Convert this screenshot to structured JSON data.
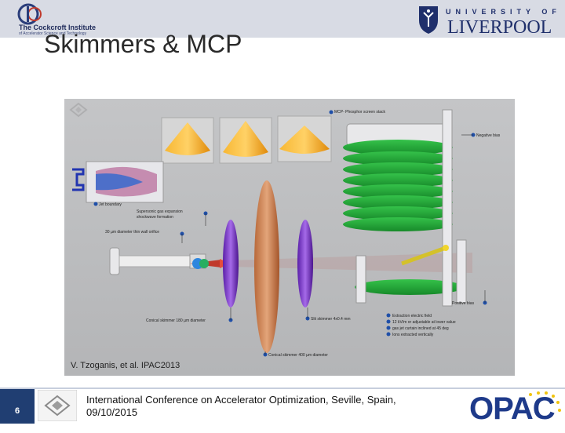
{
  "header": {
    "left_logo_name": "The Cockcroft Institute",
    "left_logo_sub": "of Accelerator Science and Technology",
    "right_logo_top": "UNIVERSITY OF",
    "right_logo_main": "LIVERPOOL"
  },
  "slide": {
    "title": "Skimmers & MCP"
  },
  "figure": {
    "labels": {
      "mcp_stack": "MCP- Phosphor screen stack",
      "negative_bias": "Negative bias",
      "positive_bias": "Positive bias",
      "supersonic": "Supersonic gas expansion",
      "shockwave": "shockwave formation",
      "orifice": "30 µm diameter thin wall orifice",
      "jet_boundary": "Jet boundary",
      "conical_180": "Conical skimmer 180 µm diameter",
      "conical_400": "Conical skimmer 400 µm diameter",
      "slit_skimmer": "Slit skimmer 4x0.4 mm",
      "extraction_field": "Extraction electric field",
      "kv_note": "12 kV/m or adjustable at lower value",
      "gas_jet": "gas jet curtain inclined at 45 deg",
      "ions": "Ions extracted vertically"
    },
    "citation": "V. Tzoganis, et al. IPAC2013"
  },
  "footer": {
    "slide_number": "6",
    "conference_line1": "International Conference on Accelerator Optimization, Seville, Spain,",
    "conference_line2": "09/10/2015",
    "right_logo": "OPAC"
  }
}
